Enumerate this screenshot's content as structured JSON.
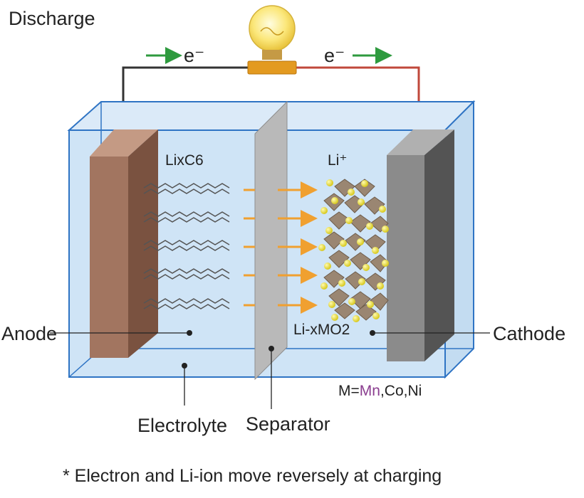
{
  "title": "Discharge",
  "electron_left": "e⁻",
  "electron_right": "e⁻",
  "labels": {
    "anode_material": "LixC6",
    "li_ion": "Li⁺",
    "anode": "Anode",
    "cathode": "Cathode",
    "cathode_material": "Li-xMO2",
    "metal_prefix": "M=",
    "metal_mn": "Mn",
    "metal_rest": ",Co,Ni",
    "electrolyte": "Electrolyte",
    "separator": "Separator"
  },
  "footnote": "* Electron and Li-ion move reversely at charging",
  "colors": {
    "electrolyte": "#cfe4f6",
    "tank_edge": "#2f74c4",
    "anode": "#a27560",
    "anode_side": "#7a5240",
    "cathode": "#8b8b8b",
    "cathode_side": "#545454",
    "separator": "#b9b9b9",
    "ion_arrow": "#f0a030",
    "electron_arrow": "#2e9a3e",
    "wire_left": "#333333",
    "wire_right": "#c0483b",
    "lithium": "#e8e23a",
    "metal_oxide": "#9a8672",
    "mn": "#8a3d8f"
  }
}
